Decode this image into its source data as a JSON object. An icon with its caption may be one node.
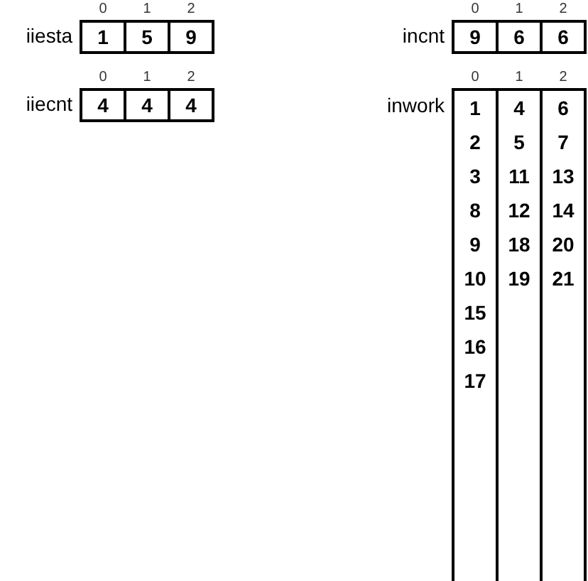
{
  "diagram": {
    "nodes": [
      {
        "text": [
          "iiesta"
        ],
        "beside": [
          "0",
          "1",
          "2"
        ]
      },
      {
        "text": [
          "1"
        ],
        "in": 0
      },
      {
        "text": [
          "5"
        ],
        "in": 0
      },
      {
        "text": [
          "9"
        ],
        "in": 0
      },
      {
        "text": [
          "iiecnt"
        ],
        "beside": [
          "0",
          "1",
          "2"
        ]
      },
      {
        "text": [
          "4"
        ],
        "in": 4
      },
      {
        "text": [
          "4"
        ],
        "in": 4
      },
      {
        "text": [
          "4"
        ],
        "in": 4
      },
      {
        "text": [
          "incnt"
        ],
        "beside": [
          "0",
          "1",
          "2"
        ]
      },
      {
        "text": [
          "9"
        ],
        "in": 8
      },
      {
        "text": [
          "6"
        ],
        "in": 8
      },
      {
        "text": [
          "6"
        ],
        "in": 8
      },
      {
        "text": [
          "inwork"
        ],
        "beside": [
          "0",
          "1",
          "2"
        ]
      },
      {
        "text": [
          "1",
          "2",
          "3",
          "8",
          "9",
          "10",
          "15",
          "16",
          "17"
        ],
        "in": 12
      },
      {
        "text": [
          "4",
          "5",
          "11",
          "12",
          "18",
          "19"
        ],
        "in": 12
      },
      {
        "text": [
          "6",
          "7",
          "13",
          "14",
          "20",
          "21"
        ],
        "in": 12
      }
    ]
  }
}
